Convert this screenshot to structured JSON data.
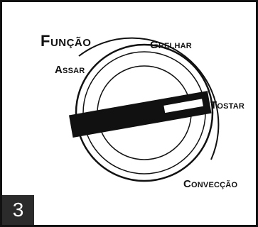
{
  "step_number": "3",
  "dial": {
    "title": "Função",
    "options": {
      "assar": "Assar",
      "grelhar": "Grelhar",
      "tostar": "Tostar",
      "conveccao": "Convecção"
    }
  },
  "colors": {
    "ink": "#111111",
    "badge_bg": "#2b2b2b",
    "badge_text": "#ffffff"
  }
}
